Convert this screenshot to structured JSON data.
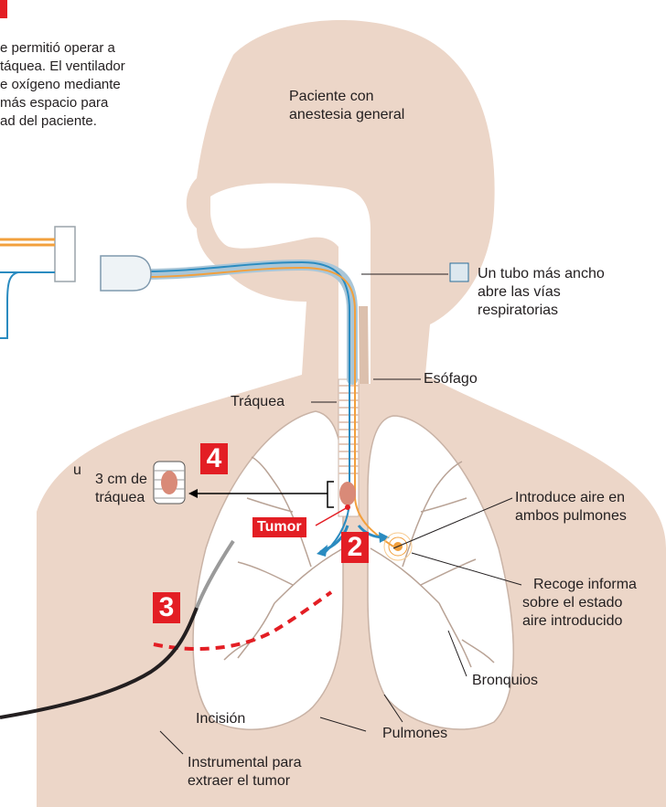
{
  "intro": {
    "lines": [
      "e permitió operar a",
      "táquea. El ventilador",
      "e oxígeno mediante",
      "más espacio para",
      "ad del paciente."
    ]
  },
  "labels": {
    "patient_line1": "Paciente con",
    "patient_line2": "anestesia general",
    "tube_line1": "Un tubo más ancho",
    "tube_line2": "abre las vías",
    "tube_line3": "respiratorias",
    "esophagus": "Esófago",
    "trachea": "Tráquea",
    "trachea_piece_line1": "3 cm de",
    "trachea_piece_line2": "tráquea",
    "tumor": "Tumor",
    "air_in_line1": "Introduce aire en",
    "air_in_line2": "ambos pulmones",
    "collects_line1": "Recoge informa",
    "collects_line2": "sobre el estado",
    "collects_line3": "aire introducido",
    "bronchi": "Bronquios",
    "incision": "Incisión",
    "lungs": "Pulmones",
    "instrument_line1": "Instrumental para",
    "instrument_line2": "extraer el tumor",
    "left_fragment": "u"
  },
  "steps": {
    "two": "2",
    "three": "3",
    "four": "4"
  },
  "colors": {
    "skin": "#ecd6c8",
    "skin_dark": "#dcc0ad",
    "airway": "#ffffff",
    "lung_outline": "#c9b3a6",
    "accent_red": "#e31e24",
    "tube_blue": "#2a8bc0",
    "tube_orange": "#f2a03d",
    "text": "#231f20"
  }
}
